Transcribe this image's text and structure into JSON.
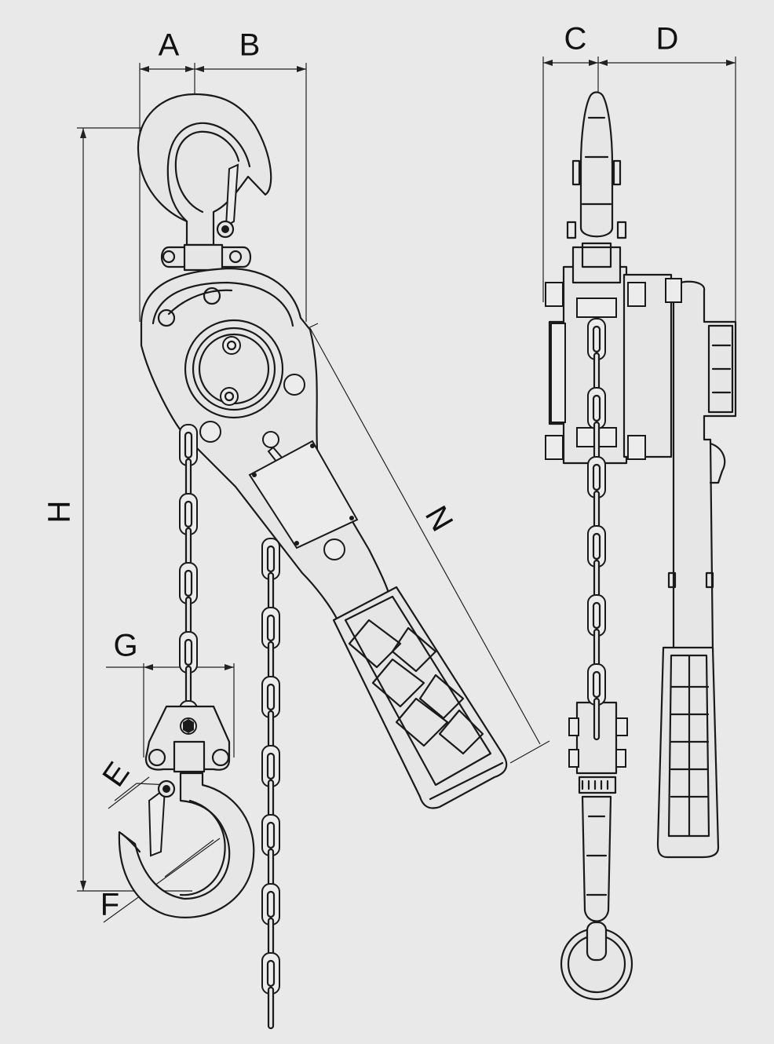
{
  "labels": {
    "A": "A",
    "B": "B",
    "C": "C",
    "D": "D",
    "E": "E",
    "F": "F",
    "G": "G",
    "H": "H",
    "N": "N"
  }
}
